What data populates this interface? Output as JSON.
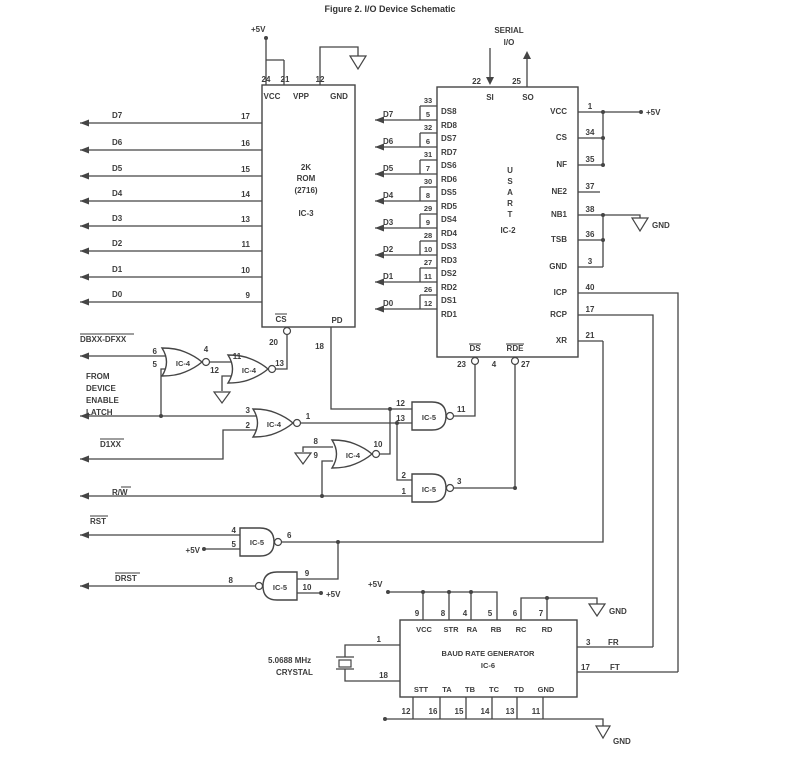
{
  "title": "Figure 2. I/O Device Schematic",
  "rom": {
    "plus5v": "+5V",
    "top_pins": [
      {
        "num": "24",
        "label": "VCC"
      },
      {
        "num": "21",
        "label": "VPP"
      },
      {
        "num": "12",
        "label": "GND"
      }
    ],
    "name1": "2K",
    "name2": "ROM",
    "name3": "(2716)",
    "ic": "IC-3",
    "cs": "CS",
    "cs_pin": "20",
    "pd": "PD",
    "pd_pin": "18",
    "bus": [
      {
        "label": "D7",
        "pin": "17"
      },
      {
        "label": "D6",
        "pin": "16"
      },
      {
        "label": "D5",
        "pin": "15"
      },
      {
        "label": "D4",
        "pin": "14"
      },
      {
        "label": "D3",
        "pin": "13"
      },
      {
        "label": "D2",
        "pin": "11"
      },
      {
        "label": "D1",
        "pin": "10"
      },
      {
        "label": "D0",
        "pin": "9"
      }
    ]
  },
  "logic": {
    "ic4": "IC-4",
    "ic5": "IC-5",
    "dbxx": "DBXX-DFXX",
    "latch_l1": "FROM",
    "latch_l2": "DEVICE",
    "latch_l3": "ENABLE",
    "latch_l4": "LATCH",
    "d1xx": "D1XX",
    "rw": "R/W",
    "rst": "RST",
    "drst": "DRST",
    "plus5v": "+5V",
    "g1": {
      "a": "6",
      "b": "5",
      "o": "4"
    },
    "g2": {
      "a": "11",
      "b": "12",
      "o": "13"
    },
    "g3": {
      "a": "3",
      "b": "2",
      "o": "1"
    },
    "g4": {
      "a": "8",
      "b": "9",
      "o": "10"
    },
    "g5": {
      "a": "12",
      "b": "13",
      "o": "11"
    },
    "g6": {
      "a": "2",
      "b": "1",
      "o": "3"
    },
    "g7": {
      "a": "4",
      "b": "5",
      "o": "6"
    },
    "g8": {
      "a": "9",
      "b": "10",
      "o": "8"
    }
  },
  "usart": {
    "serial1": "SERIAL",
    "serial2": "I/O",
    "si": {
      "pin": "22",
      "label": "SI"
    },
    "so": {
      "pin": "25",
      "label": "SO"
    },
    "letters": [
      "U",
      "S",
      "A",
      "R",
      "T"
    ],
    "ic": "IC-2",
    "pairs": [
      {
        "bus": "D7",
        "ds": "DS8",
        "ds_pin": "33",
        "rd": "RD8",
        "rd_pin": "5"
      },
      {
        "bus": "D6",
        "ds": "DS7",
        "ds_pin": "32",
        "rd": "RD7",
        "rd_pin": "6"
      },
      {
        "bus": "D5",
        "ds": "DS6",
        "ds_pin": "31",
        "rd": "RD6",
        "rd_pin": "7"
      },
      {
        "bus": "D4",
        "ds": "DS5",
        "ds_pin": "30",
        "rd": "RD5",
        "rd_pin": "8"
      },
      {
        "bus": "D3",
        "ds": "DS4",
        "ds_pin": "29",
        "rd": "RD4",
        "rd_pin": "9"
      },
      {
        "bus": "D2",
        "ds": "DS3",
        "ds_pin": "28",
        "rd": "RD3",
        "rd_pin": "10"
      },
      {
        "bus": "D1",
        "ds": "DS2",
        "ds_pin": "27",
        "rd": "RD2",
        "rd_pin": "11"
      },
      {
        "bus": "D0",
        "ds": "DS1",
        "ds_pin": "26",
        "rd": "RD1",
        "rd_pin": "12"
      }
    ],
    "right": [
      {
        "label": "VCC",
        "pin": "1"
      },
      {
        "label": "CS",
        "pin": "34"
      },
      {
        "label": "NF",
        "pin": "35"
      },
      {
        "label": "NE2",
        "pin": "37"
      },
      {
        "label": "NB1",
        "pin": "38"
      },
      {
        "label": "TSB",
        "pin": "36"
      },
      {
        "label": "GND",
        "pin": "3"
      },
      {
        "label": "ICP",
        "pin": "40"
      },
      {
        "label": "RCP",
        "pin": "17"
      },
      {
        "label": "XR",
        "pin": "21"
      }
    ],
    "plus5v": "+5V",
    "gnd": "GND",
    "ds": "DS",
    "rde": "RDE",
    "bp1": "23",
    "bp2": "4",
    "bp3": "27"
  },
  "baud": {
    "title": "BAUD RATE GENERATOR",
    "ic": "IC-6",
    "plus5v": "+5V",
    "gnd": "GND",
    "top": [
      {
        "pin": "9",
        "label": "VCC"
      },
      {
        "pin": "8",
        "label": "STR"
      },
      {
        "pin": "4",
        "label": "RA"
      },
      {
        "pin": "5",
        "label": "RB"
      },
      {
        "pin": "6",
        "label": "RC"
      },
      {
        "pin": "7",
        "label": "RD"
      }
    ],
    "bottom": [
      {
        "pin": "12",
        "label": "STT"
      },
      {
        "pin": "16",
        "label": "TA"
      },
      {
        "pin": "15",
        "label": "TB"
      },
      {
        "pin": "14",
        "label": "TC"
      },
      {
        "pin": "13",
        "label": "TD"
      },
      {
        "pin": "11",
        "label": "GND"
      }
    ],
    "xtal_pin1": "1",
    "xtal_pin2": "18",
    "xtal_l1": "5.0688 MHz",
    "xtal_l2": "CRYSTAL",
    "fr": {
      "pin": "3",
      "label": "FR"
    },
    "ft": {
      "pin": "17",
      "label": "FT"
    }
  }
}
